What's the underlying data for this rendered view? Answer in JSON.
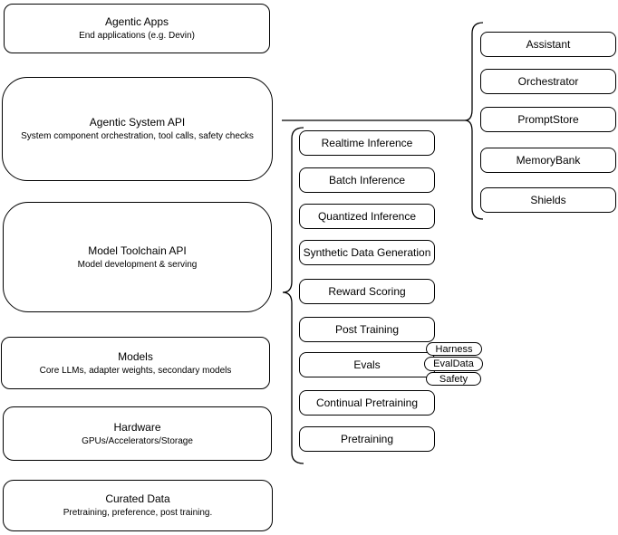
{
  "left_stack": [
    {
      "title": "Agentic Apps",
      "subtitle": "End applications (e.g. Devin)"
    },
    {
      "title": "Agentic System API",
      "subtitle": "System component orchestration, tool calls, safety checks"
    },
    {
      "title": "Model Toolchain API",
      "subtitle": "Model development & serving"
    },
    {
      "title": "Models",
      "subtitle": "Core LLMs, adapter weights, secondary models"
    },
    {
      "title": "Hardware",
      "subtitle": "GPUs/Accelerators/Storage"
    },
    {
      "title": "Curated Data",
      "subtitle": "Pretraining, preference, post training."
    }
  ],
  "toolchain_components": [
    "Realtime Inference",
    "Batch Inference",
    "Quantized Inference",
    "Synthetic Data Generation",
    "Reward Scoring",
    "Post Training",
    "Evals",
    "Continual Pretraining",
    "Pretraining"
  ],
  "eval_tags": [
    "Harness",
    "EvalData",
    "Safety"
  ],
  "system_components": [
    "Assistant",
    "Orchestrator",
    "PromptStore",
    "MemoryBank",
    "Shields"
  ],
  "colors": {
    "node_fill": "#ffffff",
    "node_border": "#000000",
    "text": "#000000",
    "background": "#ffffff"
  }
}
